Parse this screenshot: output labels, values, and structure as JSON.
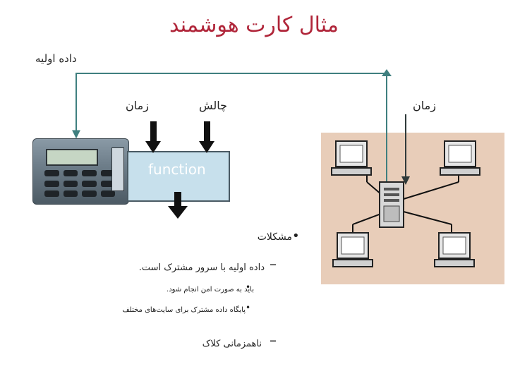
{
  "title": "مثال کارت هوشمند",
  "labels": {
    "initial_data": "داده اولیه",
    "time_left": "زمان",
    "challenge": "چالش",
    "time_right": "زمان",
    "function": "function"
  },
  "bullets": {
    "problems": "مشکلات",
    "shared_data": "داده اولیه با سرور مشترک است.",
    "secure": "باید به صورت امن انجام شود.",
    "database": "پایگاه داده مشترک برای سایت‌های مختلف",
    "desync": "ناهمزمانی کلاک"
  },
  "bullet_marks": {
    "level1": "•",
    "level2": "–",
    "level3": "•"
  },
  "colors": {
    "title": "#b0263a",
    "connector": "#3f7f7f",
    "network_bg": "#e8cdb9",
    "function_box": "#c7e0ec"
  }
}
